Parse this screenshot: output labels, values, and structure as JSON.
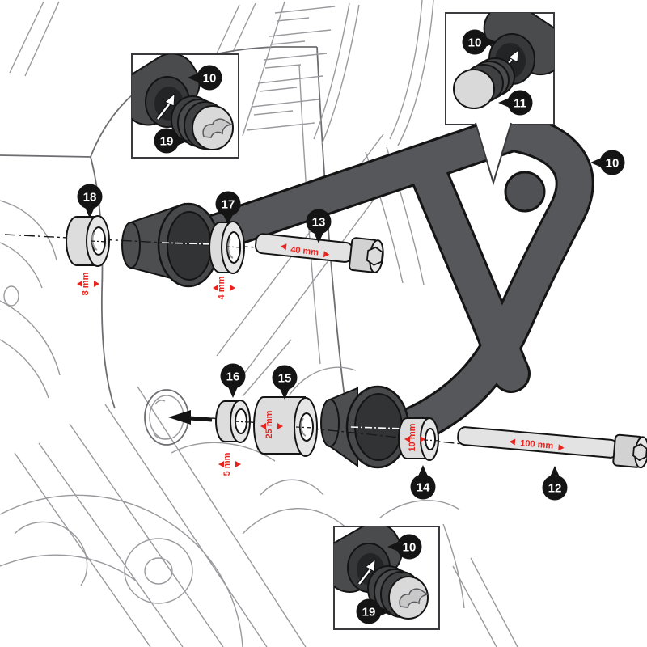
{
  "callouts": {
    "bar_main": "10",
    "bolt_long": "12",
    "bolt_short": "13",
    "spacer_10mm": "14",
    "spacer_25mm": "15",
    "washer_5mm": "16",
    "washer_4mm": "17",
    "spacer_8mm": "18",
    "inset_top_left": {
      "tube": "10",
      "cap": "19"
    },
    "inset_top_right": {
      "tube": "10",
      "cap": "11"
    },
    "inset_bottom": {
      "tube": "10",
      "cap": "19"
    }
  },
  "dimensions": {
    "spacer_18": "8 mm",
    "washer_17": "4 mm",
    "bolt_13": "40 mm",
    "washer_16": "5 mm",
    "spacer_15": "25 mm",
    "spacer_14": "10 mm",
    "bolt_12": "100 mm"
  },
  "colors": {
    "bar": "#56575A",
    "bar_end": "#48494B",
    "bar_bore": "#323335",
    "outline": "#141414",
    "hardware": "#DDDDDE",
    "dimension_red": "#E8231E",
    "callout_bg": "#141414",
    "callout_text": "#FFFFFF",
    "sketch_line": "#9A9A9E"
  },
  "icons": {
    "dim_arrow_left": "◀",
    "dim_arrow_right": "▶",
    "insertion_arrow": "➚",
    "cap_logo": "brand mark"
  }
}
